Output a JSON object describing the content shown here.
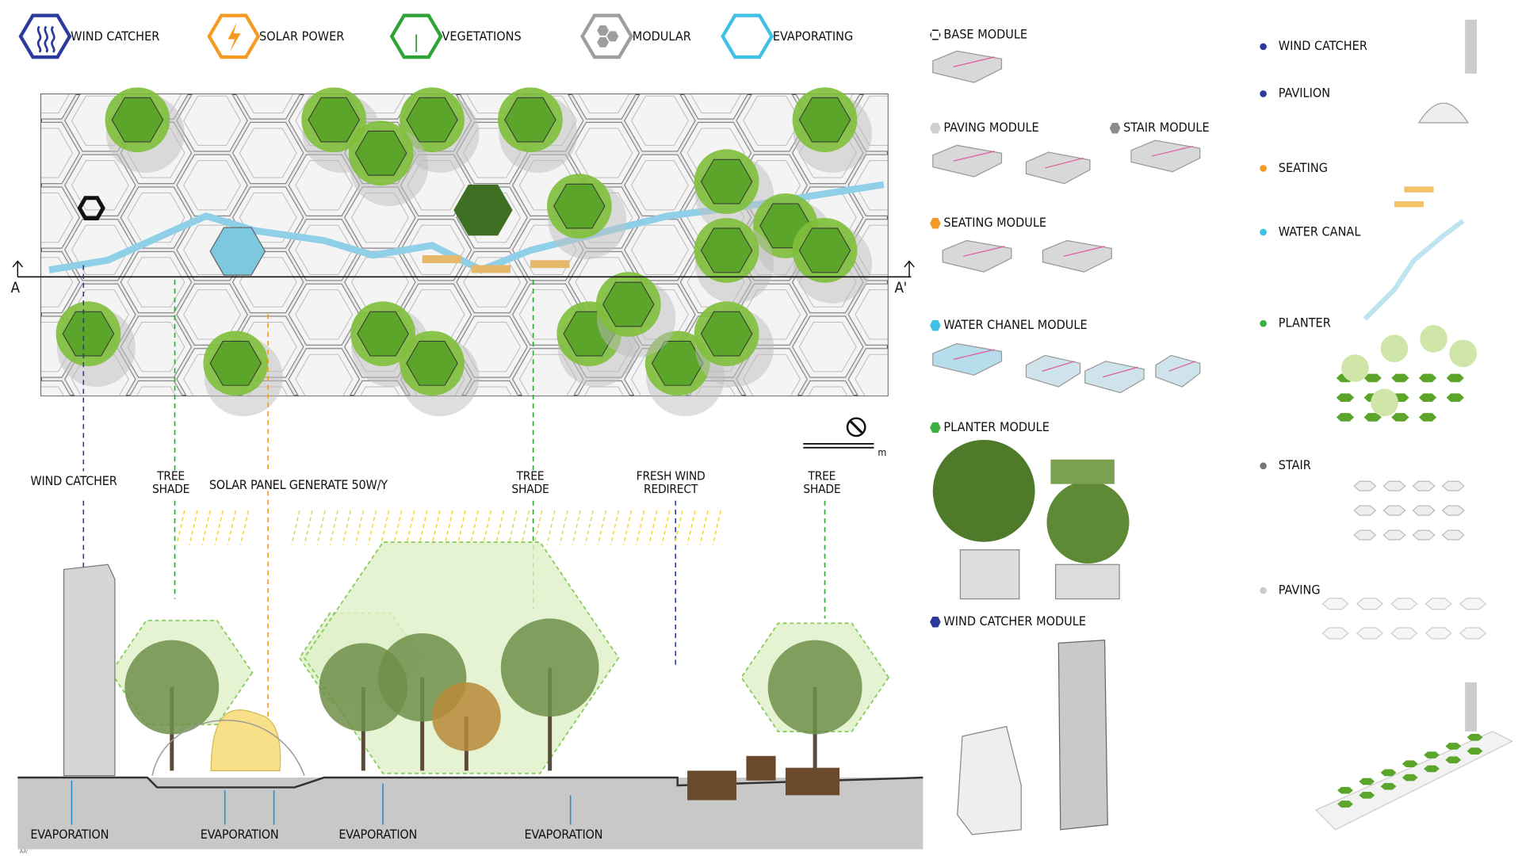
{
  "legend": [
    {
      "label": "WIND CATCHER",
      "icon": "wind-icon",
      "color": "#2b3a9c"
    },
    {
      "label": "SOLAR POWER",
      "icon": "lightning-icon",
      "color": "#f59a23"
    },
    {
      "label": "VEGETATIONS",
      "icon": "leaf-icon",
      "color": "#2ea336"
    },
    {
      "label": "MODULAR",
      "icon": "hexagon-cluster-icon",
      "color": "#9e9e9e"
    },
    {
      "label": "EVAPORATING",
      "icon": "water-drop-icon",
      "color": "#3fc0e6"
    }
  ],
  "plan": {
    "section_start": "A",
    "section_end": "A'",
    "scale_unit": "m"
  },
  "section_labels": {
    "wind_catcher": "WIND CATCHER",
    "tree_shade_1a": "TREE",
    "tree_shade_1b": "SHADE",
    "solar": "SOLAR PANEL GENERATE 50W/Y",
    "tree_shade_2a": "TREE",
    "tree_shade_2b": "SHADE",
    "fresh_wind_a": "FRESH WIND",
    "fresh_wind_b": "REDIRECT",
    "tree_shade_3a": "TREE",
    "tree_shade_3b": "SHADE",
    "evaporation": [
      "EVAPORATION",
      "EVAPORATION",
      "EVAPORATION",
      "EVAPORATION"
    ],
    "section_tag": "AA'"
  },
  "modules": [
    {
      "title": "BASE MODULE",
      "color": "#ffffff"
    },
    {
      "title": "PAVING MODULE",
      "color": "#cfcfcf"
    },
    {
      "title": "STAIR MODULE",
      "color": "#8c8c8c"
    },
    {
      "title": "SEATING MODULE",
      "color": "#f59a23"
    },
    {
      "title": "WATER CHANEL MODULE",
      "color": "#3fc0e6"
    },
    {
      "title": "PLANTER MODULE",
      "color": "#3cb043"
    },
    {
      "title": "WIND CATCHER MODULE",
      "color": "#2b3a9c"
    }
  ],
  "axon_legend": [
    {
      "label": "WIND CATCHER",
      "color": "#2b3a9c"
    },
    {
      "label": "PAVILION",
      "color": "#2b3a9c"
    },
    {
      "label": "SEATING",
      "color": "#f59a23"
    },
    {
      "label": "WATER CANAL",
      "color": "#3fc0e6"
    },
    {
      "label": "PLANTER",
      "color": "#3cb043"
    },
    {
      "label": "STAIR",
      "color": "#777777"
    },
    {
      "label": "PAVING",
      "color": "#cccccc"
    }
  ]
}
